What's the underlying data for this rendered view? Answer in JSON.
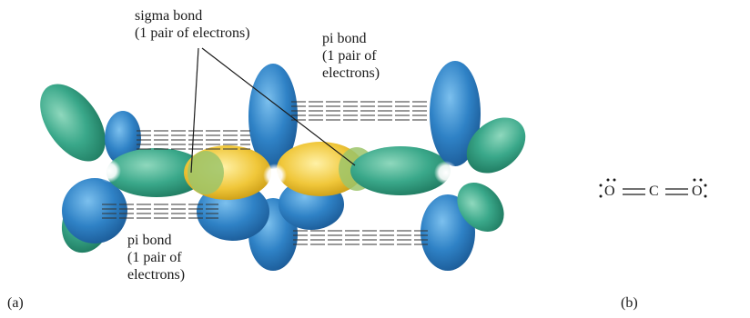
{
  "labels": {
    "sigma": "sigma bond\n(1 pair of electrons)",
    "pi_top": "pi bond\n(1 pair of\nelectrons)",
    "pi_bottom": "pi bond\n(1 pair of\nelectrons)"
  },
  "panels": {
    "a": "(a)",
    "b": "(b)"
  },
  "lewis": {
    "left": "O",
    "center": "C",
    "right": "O"
  },
  "colors": {
    "pi_orbital": "#2f82c6",
    "sp_orbital": "#3aa88a",
    "sigma_overlap": "#f0c73a",
    "nucleus": "#ffffff",
    "dash": "#333333"
  }
}
